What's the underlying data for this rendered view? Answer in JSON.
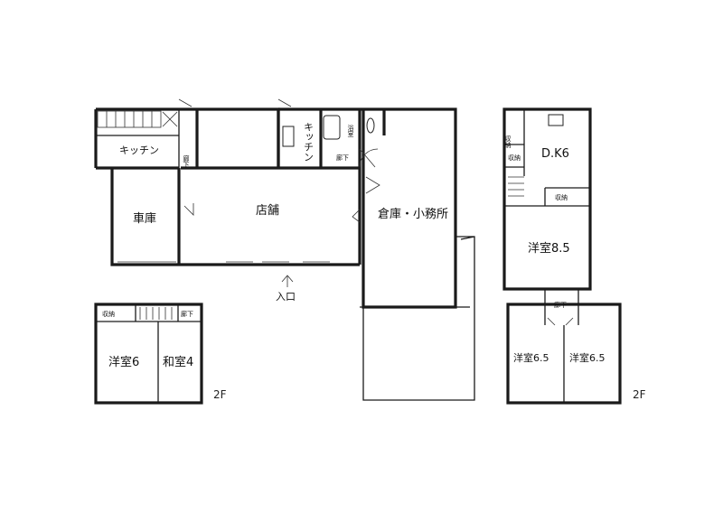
{
  "plan_1f": {
    "rooms": {
      "kitchen_left": "キッチン",
      "garage": "車庫",
      "shop": "店舗",
      "kitchen_center": "キッチン",
      "bath": "浴室",
      "storage_office": "倉庫・小務所",
      "hall_left": "廊下",
      "hall_center": "廊下"
    },
    "entrance": "入口"
  },
  "plan_2f_left": {
    "rooms": {
      "closet": "収納",
      "hall": "廊下",
      "western6": "洋室6",
      "japanese4": "和室4"
    },
    "floor": "2F"
  },
  "plan_2f_right": {
    "rooms": {
      "dk": "D.K6",
      "closet_top": "収納",
      "closet_mid": "収納",
      "western85": "洋室8.5",
      "hall": "廊下",
      "western65_a": "洋室6.5",
      "western65_b": "洋室6.5"
    },
    "floor": "2F"
  }
}
